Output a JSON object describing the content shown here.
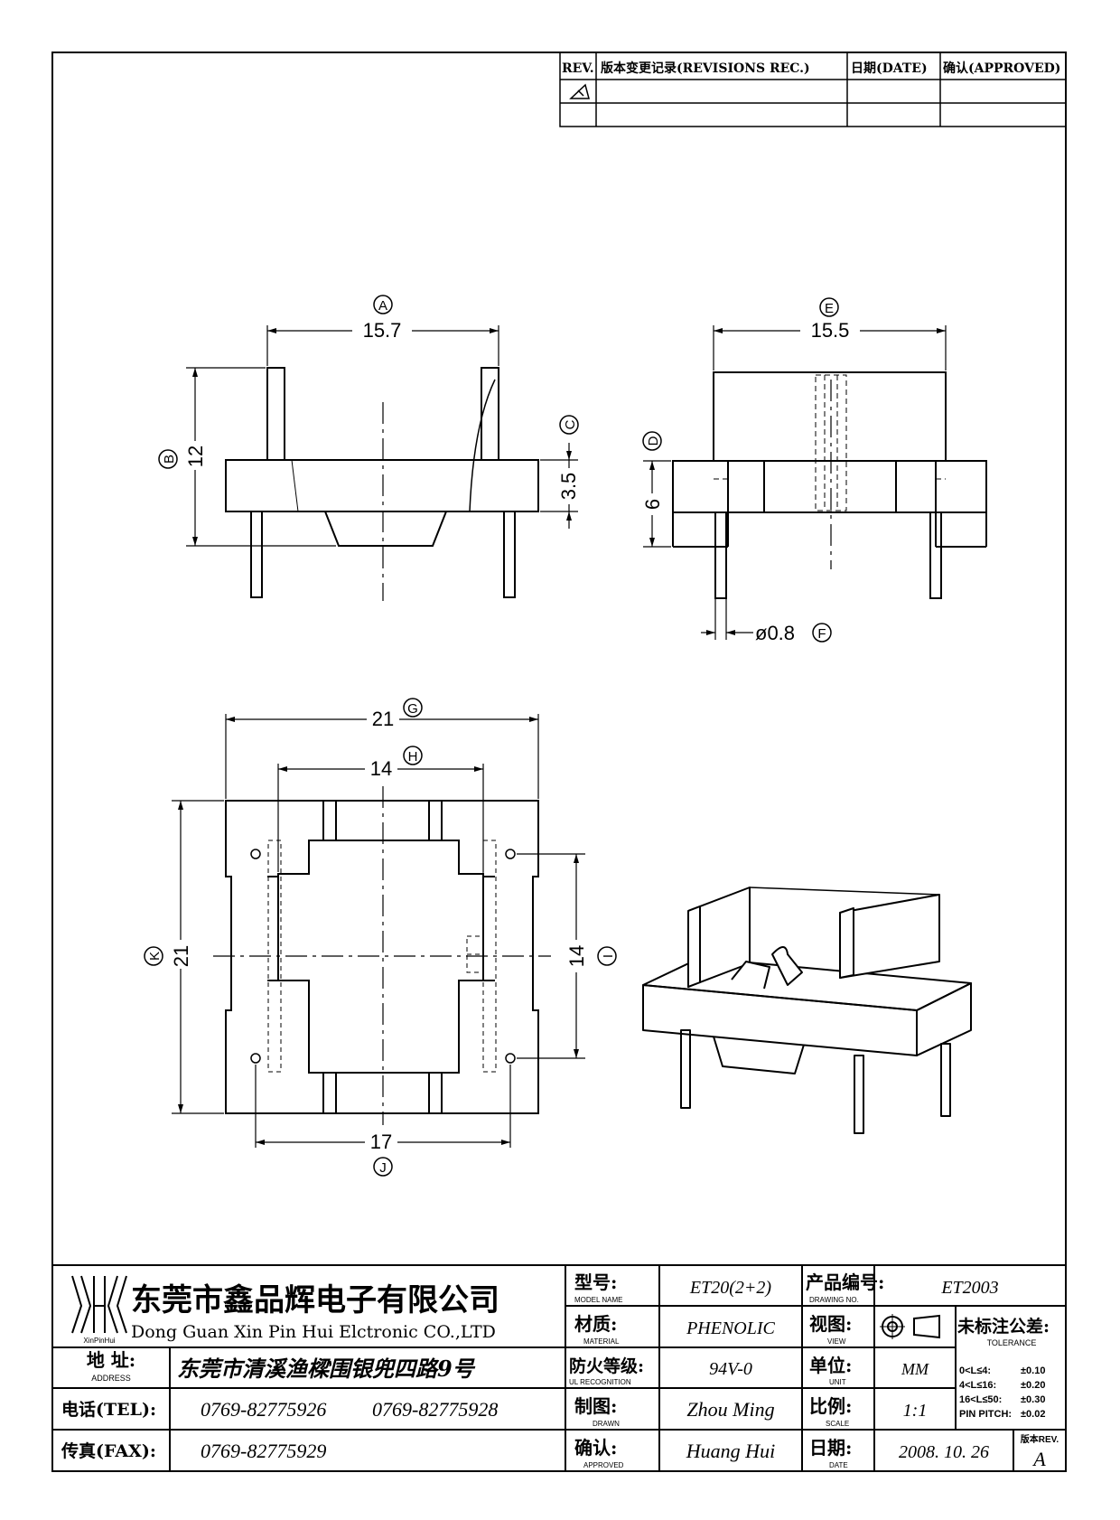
{
  "revision_table": {
    "headers": [
      "REV.",
      "版本变更记录(REVISIONS REC.)",
      "日期(DATE)",
      "确认(APPROVED)"
    ]
  },
  "dimensions": {
    "A": {
      "letter": "A",
      "value": "15.7"
    },
    "B": {
      "letter": "B",
      "value": "12"
    },
    "C": {
      "letter": "C",
      "value": "3.5"
    },
    "D": {
      "letter": "D",
      "value": "6"
    },
    "E": {
      "letter": "E",
      "value": "15.5"
    },
    "F": {
      "letter": "F",
      "value": "ø0.8"
    },
    "G": {
      "letter": "G",
      "value": "21"
    },
    "H": {
      "letter": "H",
      "value": "14"
    },
    "I": {
      "letter": "I",
      "value": "14"
    },
    "J": {
      "letter": "J",
      "value": "17"
    },
    "K": {
      "letter": "K",
      "value": "21"
    }
  },
  "company": {
    "name_cn": "东莞市鑫品辉电子有限公司",
    "name_en": "Dong Guan Xin Pin Hui Elctronic CO.,LTD",
    "logo_text": "XinPinHui",
    "address_label": "地 址:",
    "address_label_en": "ADDRESS",
    "address": "东莞市清溪渔樑围银兜四路9号",
    "tel_label": "电话(TEL):",
    "tel_1": "0769-82775926",
    "tel_2": "0769-82775928",
    "fax_label": "传真(FAX):",
    "fax": "0769-82775929"
  },
  "title_block": {
    "model_label": "型号:",
    "model_label_en": "MODEL NAME",
    "model": "ET20(2+2)",
    "material_label": "材质:",
    "material_label_en": "MATERIAL",
    "material": "PHENOLIC",
    "ul_label": "防火等级:",
    "ul_label_en": "UL RECOGNITION",
    "ul": "94V-0",
    "drawn_label": "制图:",
    "drawn_label_en": "DRAWN",
    "drawn": "Zhou Ming",
    "approved_label": "确认:",
    "approved_label_en": "APPROVED",
    "approved": "Huang Hui",
    "drawing_no_label": "产品编号:",
    "drawing_no_label_en": "DRAWING NO.",
    "drawing_no": "ET2003",
    "view_label": "视图:",
    "view_label_en": "VIEW",
    "unit_label": "单位:",
    "unit_label_en": "UNIT",
    "unit": "MM",
    "scale_label": "比例:",
    "scale_label_en": "SCALE",
    "scale": "1:1",
    "date_label": "日期:",
    "date_label_en": "DATE",
    "date": "2008. 10. 26",
    "tolerance_label": "未标注公差:",
    "tolerance_label_en": "TOLERANCE",
    "tolerances": [
      {
        "range": "0<L≤4:",
        "value": "±0.10"
      },
      {
        "range": "4<L≤16:",
        "value": "±0.20"
      },
      {
        "range": "16<L≤50:",
        "value": "±0.30"
      },
      {
        "range": "PIN PITCH:",
        "value": "±0.02"
      }
    ],
    "rev_label": "版本REV.",
    "rev": "A"
  }
}
